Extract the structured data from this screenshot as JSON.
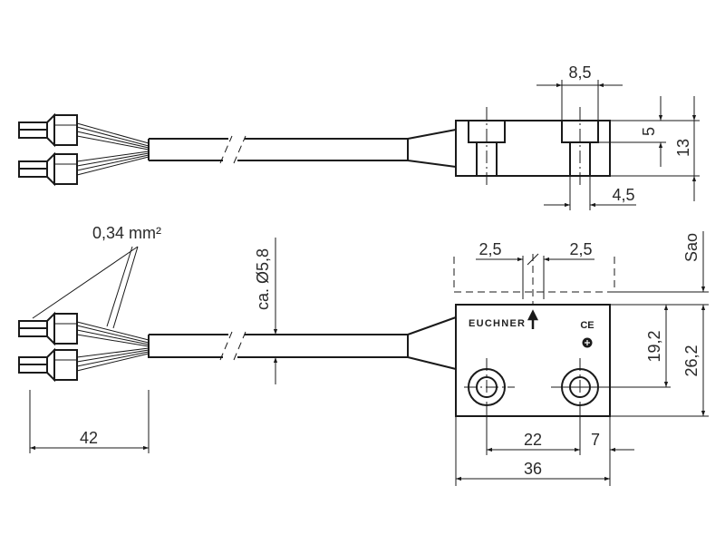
{
  "drawing": {
    "top_view": {
      "dim_counterbore_diameter": "8,5",
      "dim_hole_diameter": "4,5",
      "dim_counterbore_depth": "5",
      "dim_height": "13"
    },
    "front_view": {
      "wire_cross_section": "0,34 mm²",
      "cable_diameter": "ca. Ø5,8",
      "dim_cable_length": "42",
      "dim_offset_left": "2,5",
      "dim_offset_right": "2,5",
      "dim_switch_distance": "Sao",
      "dim_hole_height": "19,2",
      "dim_body_height": "26,2",
      "dim_hole_spacing": "22",
      "dim_hole_edge": "7",
      "dim_body_width": "36",
      "brand_logo": "EUCHNER",
      "ce_mark": "CE"
    },
    "stroke_color": "#1a1a1a"
  }
}
